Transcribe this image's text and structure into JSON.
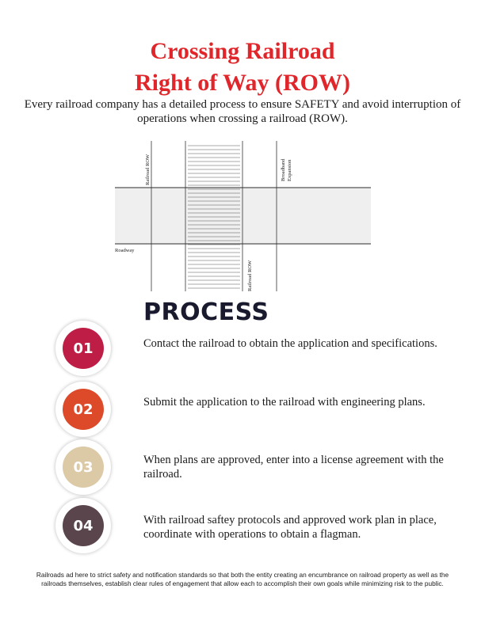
{
  "title": {
    "line1": "Crossing Railroad",
    "line2": "Right of Way (ROW)",
    "color": "#e0262a"
  },
  "intro": "Every railroad company has a detailed process to ensure SAFETY and avoid interruption of operations when crossing a railroad (ROW).",
  "diagram": {
    "label_railroad_row_top": "Railroad ROW",
    "label_broadband_line1": "Broadband",
    "label_broadband_line2": "Expansion",
    "label_roadway": "Roadway",
    "label_railroad_row_bottom": "Railroad ROW"
  },
  "process": {
    "heading": "PROCESS",
    "steps": [
      {
        "number": "01",
        "color": "#be1e45",
        "text": "Contact the railroad to obtain the application and specifications."
      },
      {
        "number": "02",
        "color": "#dc4a2a",
        "text": "Submit the application to the railroad with engineering plans."
      },
      {
        "number": "03",
        "color": "#dcc9a6",
        "text": "When plans are approved, enter into a license agreement with the railroad."
      },
      {
        "number": "04",
        "color": "#5a454c",
        "text": "With railroad saftey protocols and approved work plan in place, coordinate with operations to obtain a flagman."
      }
    ]
  },
  "footnote": "Railroads ad here to strict safety and notification standards so that both the entity creating an encumbrance on railroad property as well as the railroads themselves, establish clear rules of engagement that allow each to accomplish their own goals while minimizing risk to the public."
}
